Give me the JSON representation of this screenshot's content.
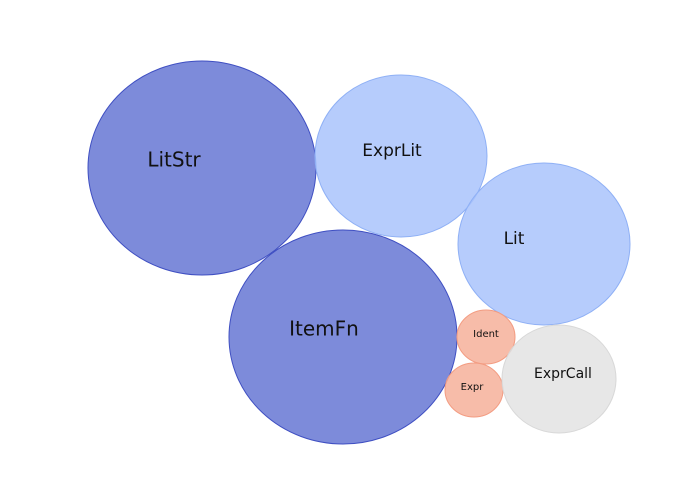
{
  "chart_data": {
    "type": "bubble",
    "title": "",
    "grid": false,
    "legend": "none",
    "colors": {
      "dark_blue": "#6677d4",
      "light_blue": "#a9c3fb",
      "salmon": "#f6b09a",
      "grey": "#e3e3e3"
    },
    "bubbles": [
      {
        "label": "LitStr",
        "size": 100,
        "color_key": "dark_blue"
      },
      {
        "label": "ExprLit",
        "size": 55,
        "color_key": "light_blue"
      },
      {
        "label": "Lit",
        "size": 55,
        "color_key": "light_blue"
      },
      {
        "label": "ItemFn",
        "size": 100,
        "color_key": "dark_blue"
      },
      {
        "label": "Ident",
        "size": 6,
        "color_key": "salmon"
      },
      {
        "label": "Expr",
        "size": 6,
        "color_key": "salmon"
      },
      {
        "label": "ExprCall",
        "size": 25,
        "color_key": "grey"
      }
    ]
  }
}
